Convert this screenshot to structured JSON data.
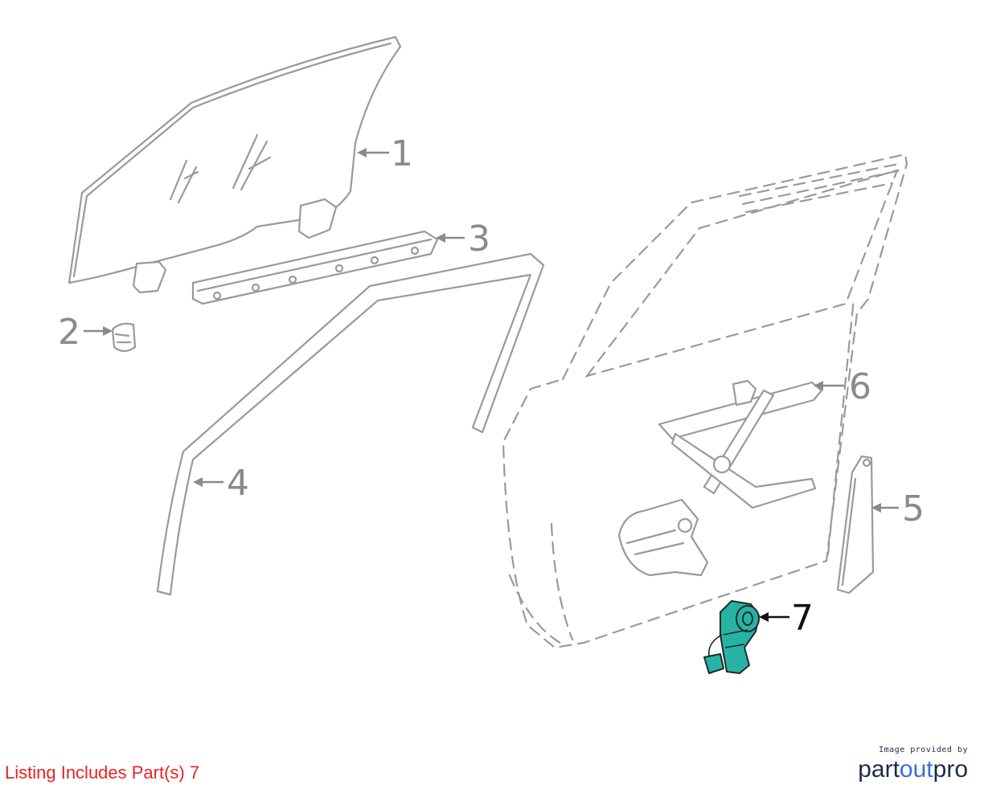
{
  "diagram": {
    "callouts": [
      {
        "id": "1",
        "label": "1",
        "highlighted": false
      },
      {
        "id": "2",
        "label": "2",
        "highlighted": false
      },
      {
        "id": "3",
        "label": "3",
        "highlighted": false
      },
      {
        "id": "4",
        "label": "4",
        "highlighted": false
      },
      {
        "id": "5",
        "label": "5",
        "highlighted": false
      },
      {
        "id": "6",
        "label": "6",
        "highlighted": false
      },
      {
        "id": "7",
        "label": "7",
        "highlighted": true
      }
    ],
    "highlight_color": "#27b3a3",
    "line_color": "#9a9a9a"
  },
  "footer": {
    "listing_note": "Listing Includes Part(s) 7",
    "listing_note_color": "#e8231f",
    "brand_caption": "Image provided by",
    "brand_name_prefix": "part",
    "brand_name_mid": "out",
    "brand_name_suffix": "pro"
  }
}
